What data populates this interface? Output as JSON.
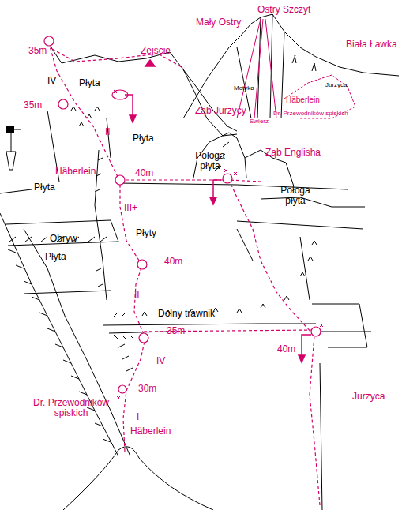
{
  "diagram": {
    "labels": [
      "Mały Ostry",
      "Ostry Szczyt",
      "Biała Ławka",
      "Motyka",
      "Jurzyca",
      "Häberlein",
      "Świerz",
      "Dr. Przewodników spiskich",
      "35m",
      "Zejście",
      "IV",
      "Płyta",
      "35m",
      "Ząb Jurzycy",
      "II",
      "Płyta",
      "Häberlein",
      "Płyta",
      "40m",
      "Połoga płyta",
      "Ząb Englisha",
      "Połoga płyta",
      "III+",
      "Obryw",
      "Płyty",
      "Płyta",
      "40m",
      "II",
      "Dolny trawnik",
      "35m",
      "IV",
      "40m",
      "30m",
      "Dr. Przewodników spiskich",
      "I",
      "Häberlein",
      "Jurzyca"
    ]
  }
}
